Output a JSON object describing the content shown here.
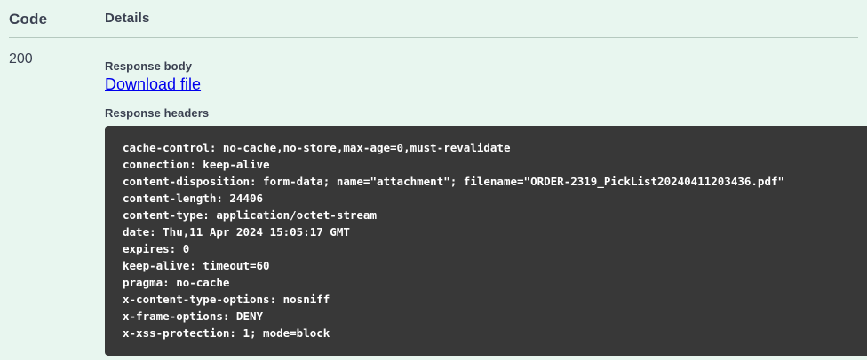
{
  "table": {
    "columns": {
      "code": "Code",
      "details": "Details"
    },
    "row": {
      "code": "200",
      "response_body_label": "Response body",
      "download_link": "Download file",
      "response_headers_label": "Response headers",
      "headers": [
        "cache-control: no-cache,no-store,max-age=0,must-revalidate",
        "connection: keep-alive",
        "content-disposition: form-data; name=\"attachment\"; filename=\"ORDER-2319_PickList20240411203436.pdf\"",
        "content-length: 24406",
        "content-type: application/octet-stream",
        "date: Thu,11 Apr 2024 15:05:17 GMT",
        "expires: 0",
        "keep-alive: timeout=60",
        "pragma: no-cache",
        "x-content-type-options: nosniff",
        "x-frame-options: DENY",
        "x-xss-protection: 1; mode=block"
      ]
    }
  },
  "colors": {
    "page_background": "#e8f6ef",
    "code_block_background": "#383838",
    "text": "#3b4151",
    "link": "#0000ee",
    "divider": "#b5c9bf"
  }
}
